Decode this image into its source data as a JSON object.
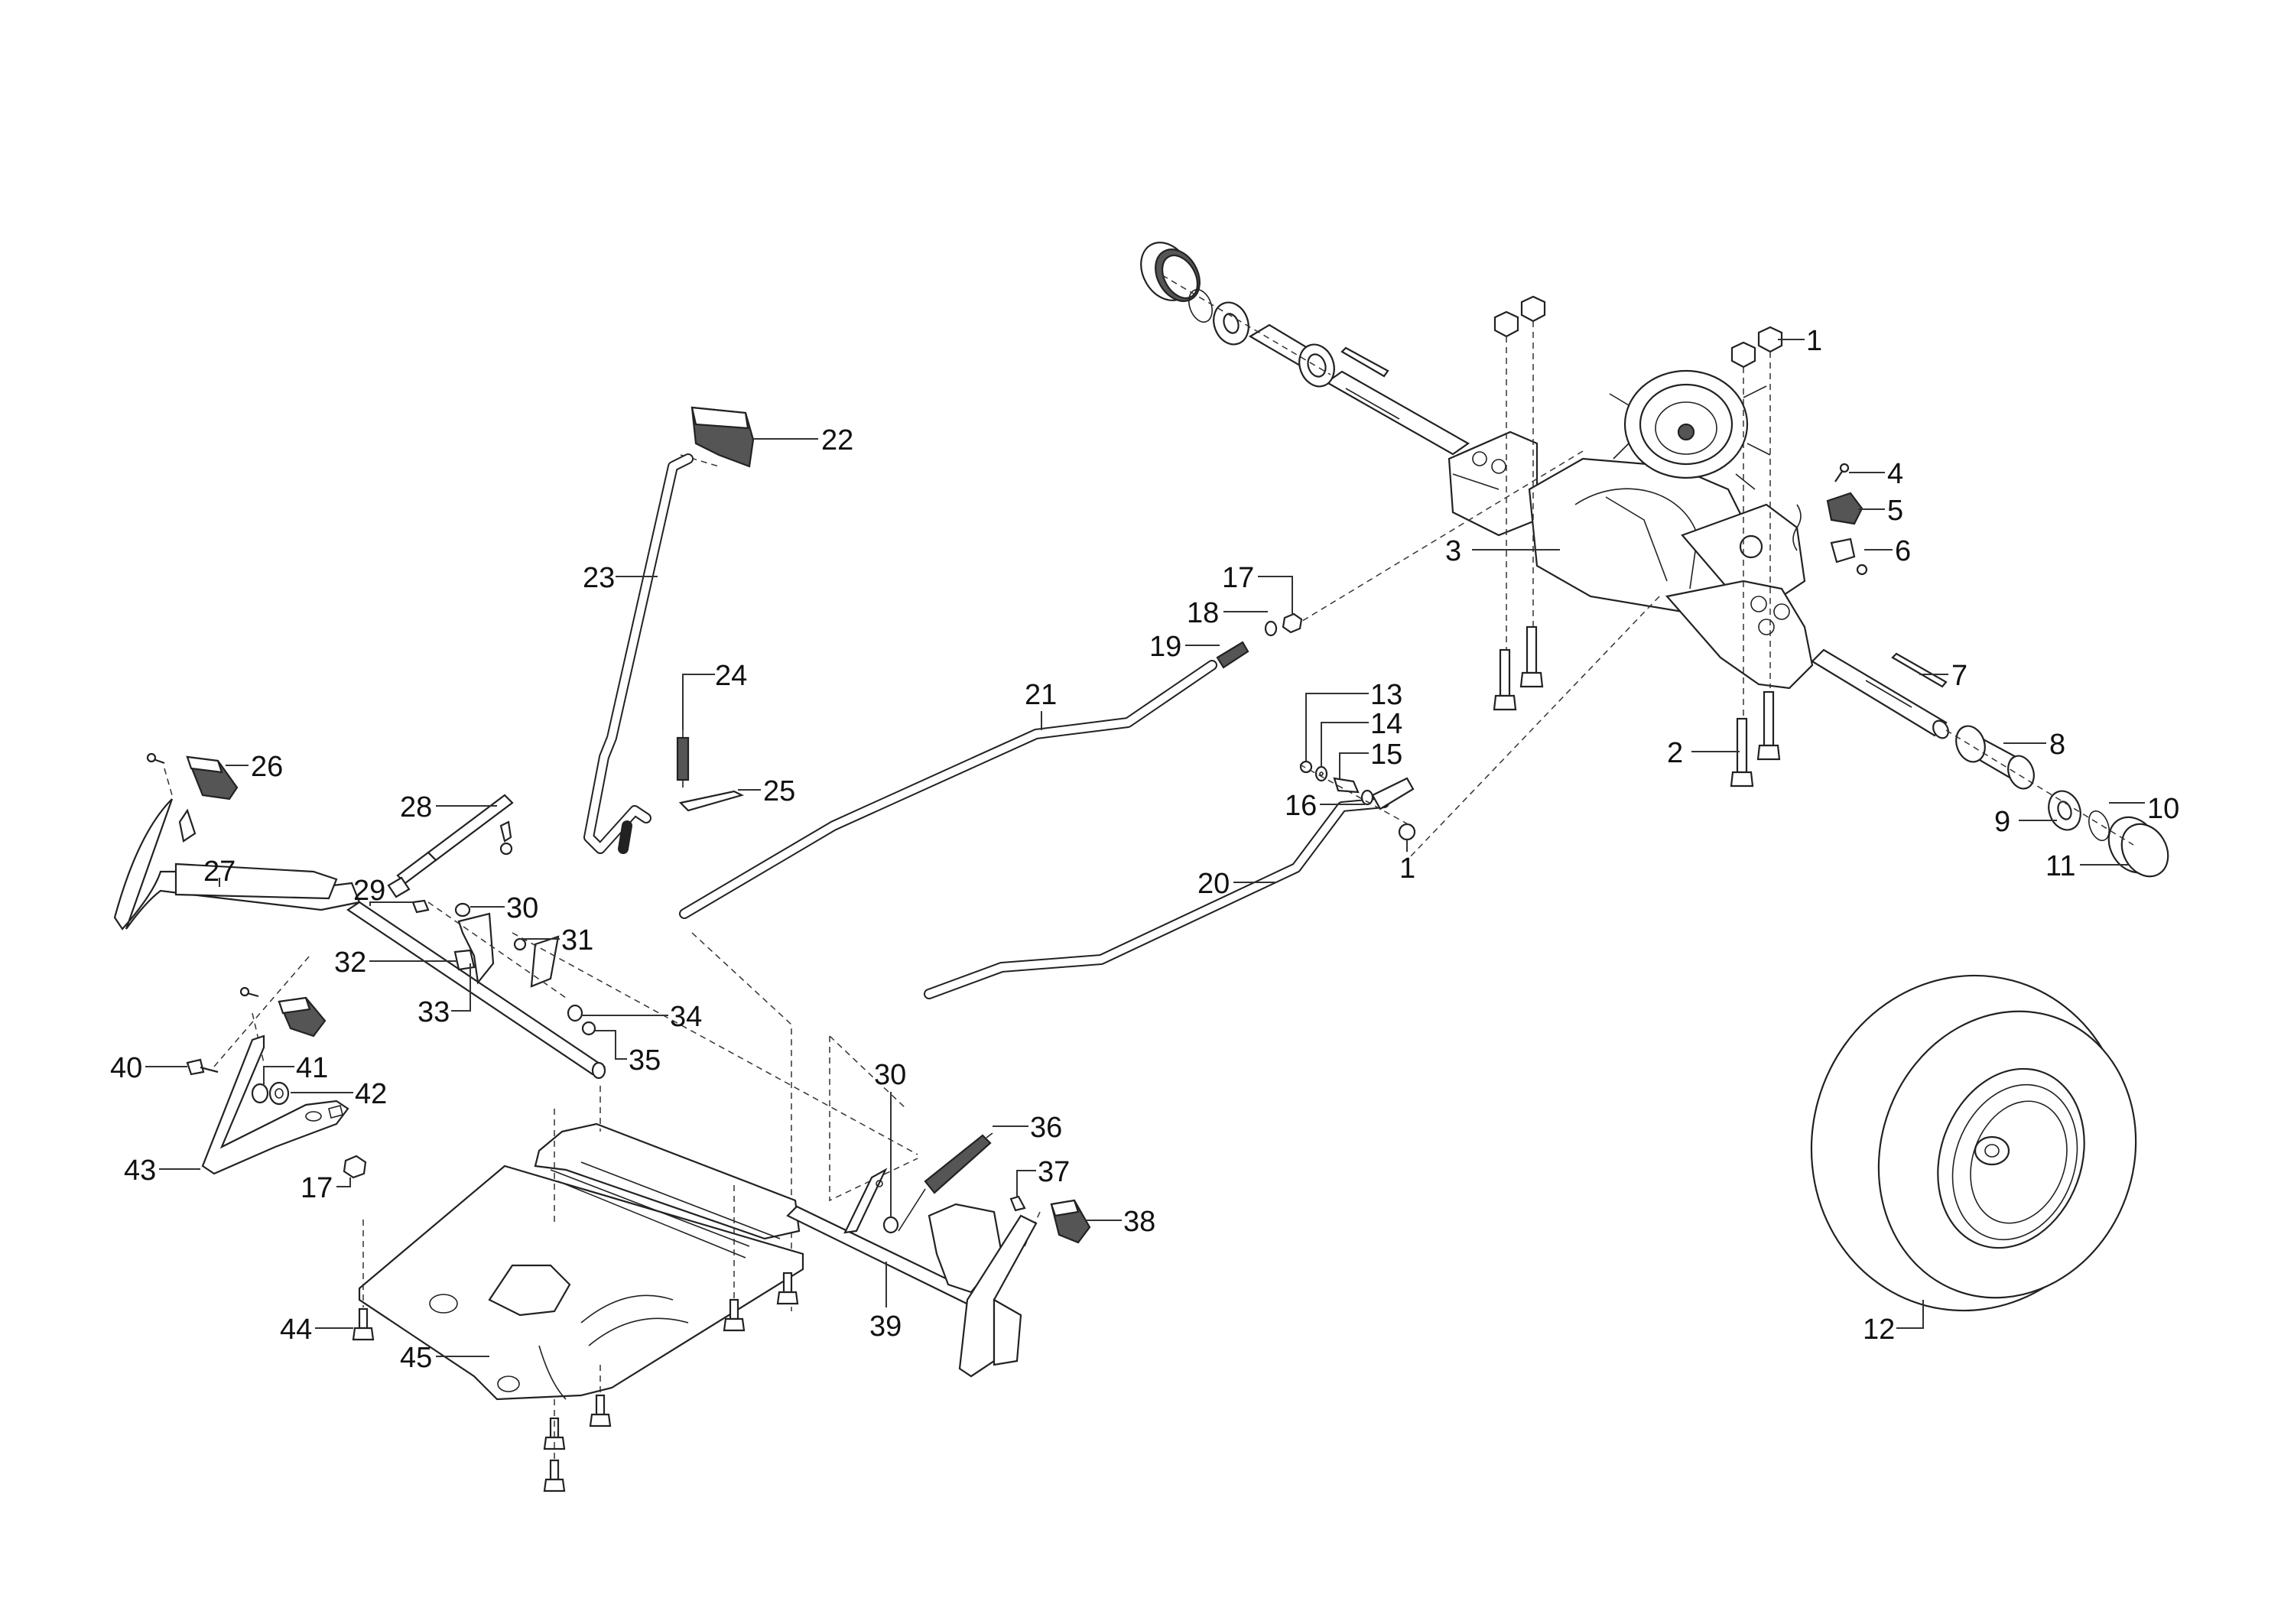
{
  "diagram": {
    "type": "exploded-parts-view",
    "subject": "Transmission / drive pedal assembly",
    "callouts": [
      {
        "id": "c1a",
        "label": "1"
      },
      {
        "id": "c1b",
        "label": "1"
      },
      {
        "id": "c2",
        "label": "2"
      },
      {
        "id": "c3",
        "label": "3"
      },
      {
        "id": "c4",
        "label": "4"
      },
      {
        "id": "c5",
        "label": "5"
      },
      {
        "id": "c6",
        "label": "6"
      },
      {
        "id": "c7",
        "label": "7"
      },
      {
        "id": "c8",
        "label": "8"
      },
      {
        "id": "c9",
        "label": "9"
      },
      {
        "id": "c10",
        "label": "10"
      },
      {
        "id": "c11",
        "label": "11"
      },
      {
        "id": "c12",
        "label": "12"
      },
      {
        "id": "c13",
        "label": "13"
      },
      {
        "id": "c14",
        "label": "14"
      },
      {
        "id": "c15",
        "label": "15"
      },
      {
        "id": "c16",
        "label": "16"
      },
      {
        "id": "c17a",
        "label": "17"
      },
      {
        "id": "c17b",
        "label": "17"
      },
      {
        "id": "c18",
        "label": "18"
      },
      {
        "id": "c19",
        "label": "19"
      },
      {
        "id": "c20",
        "label": "20"
      },
      {
        "id": "c21",
        "label": "21"
      },
      {
        "id": "c22",
        "label": "22"
      },
      {
        "id": "c23",
        "label": "23"
      },
      {
        "id": "c24",
        "label": "24"
      },
      {
        "id": "c25",
        "label": "25"
      },
      {
        "id": "c26",
        "label": "26"
      },
      {
        "id": "c27",
        "label": "27"
      },
      {
        "id": "c28",
        "label": "28"
      },
      {
        "id": "c29",
        "label": "29"
      },
      {
        "id": "c30a",
        "label": "30"
      },
      {
        "id": "c30b",
        "label": "30"
      },
      {
        "id": "c31",
        "label": "31"
      },
      {
        "id": "c32",
        "label": "32"
      },
      {
        "id": "c33",
        "label": "33"
      },
      {
        "id": "c34",
        "label": "34"
      },
      {
        "id": "c35",
        "label": "35"
      },
      {
        "id": "c36",
        "label": "36"
      },
      {
        "id": "c37",
        "label": "37"
      },
      {
        "id": "c38",
        "label": "38"
      },
      {
        "id": "c39",
        "label": "39"
      },
      {
        "id": "c40",
        "label": "40"
      },
      {
        "id": "c41",
        "label": "41"
      },
      {
        "id": "c42",
        "label": "42"
      },
      {
        "id": "c43",
        "label": "43"
      },
      {
        "id": "c44",
        "label": "44"
      },
      {
        "id": "c45",
        "label": "45"
      }
    ]
  }
}
